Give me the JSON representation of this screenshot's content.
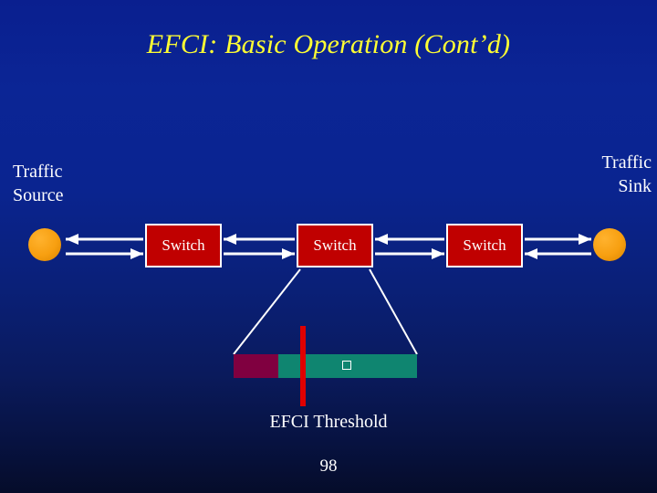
{
  "slide": {
    "title": "EFCI: Basic Operation (Cont’d)",
    "page_number": "98",
    "title_color": "#ffff33",
    "background_top_color": "#0a2490",
    "background_bottom_color": "#050c2a"
  },
  "labels": {
    "traffic_source": "Traffic\nSource",
    "traffic_source_line1": "Traffic",
    "traffic_source_line2": "Source",
    "traffic_sink_line1": "Traffic",
    "traffic_sink_line2": "Sink",
    "efci_threshold": "EFCI Threshold"
  },
  "nodes": {
    "switches": [
      {
        "label": "Switch"
      },
      {
        "label": "Switch"
      },
      {
        "label": "Switch"
      }
    ],
    "switch_fill_color": "#c00000",
    "switch_border_color": "#ffffff",
    "endpoint_color": "#f79f10"
  },
  "queue": {
    "segments": [
      {
        "name": "occupied-head",
        "color": "#800040"
      },
      {
        "name": "occupied-tail",
        "color": "#0f8570"
      },
      {
        "name": "free-space",
        "color": "#0f8570"
      }
    ],
    "threshold_marker_color": "#e00000",
    "cell_marker_color": "#ffffff"
  }
}
